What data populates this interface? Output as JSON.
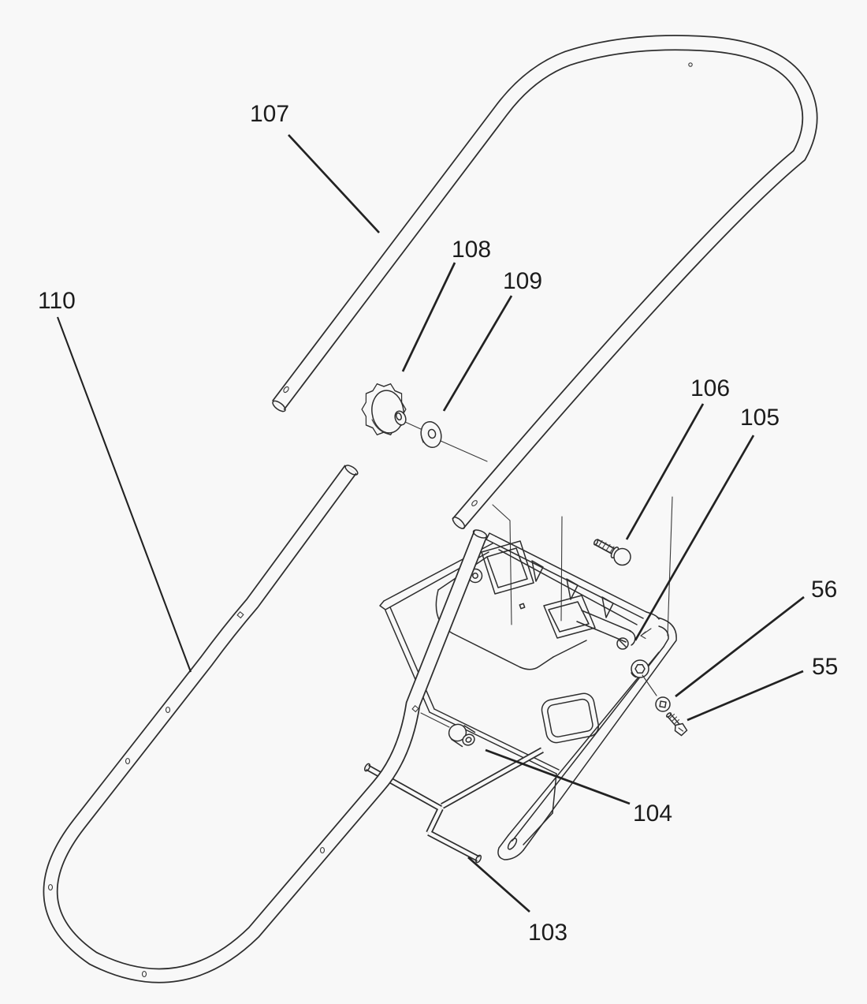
{
  "figure": {
    "type": "exploded-parts-diagram",
    "background_color": "#f8f8f8",
    "line_color": "#2e2e2e",
    "callouts": [
      {
        "part": "upper-loop-handle",
        "label": "107"
      },
      {
        "part": "knob",
        "label": "108"
      },
      {
        "part": "washer",
        "label": "109"
      },
      {
        "part": "lower-handle",
        "label": "110"
      },
      {
        "part": "carriage-bolt",
        "label": "106"
      },
      {
        "part": "console-side-rail",
        "label": "105"
      },
      {
        "part": "flat-washer",
        "label": "56"
      },
      {
        "part": "screw",
        "label": "55"
      },
      {
        "part": "spacer-bushing",
        "label": "104"
      },
      {
        "part": "lower-bracket",
        "label": "103"
      }
    ]
  }
}
